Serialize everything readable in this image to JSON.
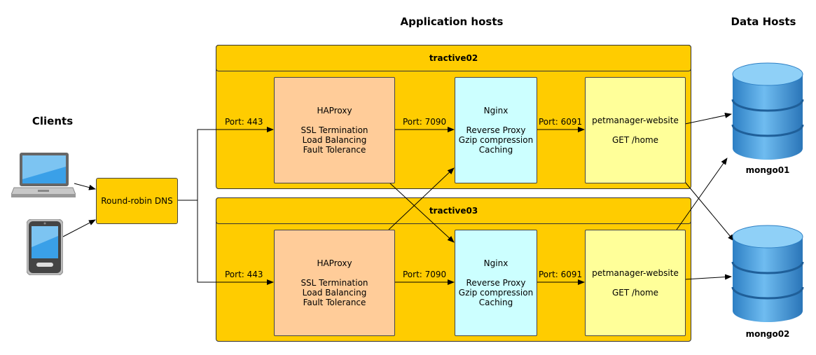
{
  "headings": {
    "clients": "Clients",
    "application_hosts": "Application hosts",
    "data_hosts": "Data Hosts"
  },
  "dns": {
    "label": "Round-robin DNS"
  },
  "hosts": [
    {
      "name": "tractive02",
      "haproxy": {
        "title": "HAProxy",
        "lines": [
          "SSL Termination",
          "Load Balancing",
          "Fault Tolerance"
        ]
      },
      "nginx": {
        "title": "Nginx",
        "lines": [
          "Reverse Proxy",
          "Gzip compression",
          "Caching"
        ]
      },
      "web": {
        "title": "petmanager-website",
        "lines": [
          "GET /home"
        ]
      },
      "ports": {
        "in": "Port: 443",
        "haproxy_out": "Port: 7090",
        "nginx_out": "Port: 6091"
      }
    },
    {
      "name": "tractive03",
      "haproxy": {
        "title": "HAProxy",
        "lines": [
          "SSL Termination",
          "Load Balancing",
          "Fault Tolerance"
        ]
      },
      "nginx": {
        "title": "Nginx",
        "lines": [
          "Reverse Proxy",
          "Gzip compression",
          "Caching"
        ]
      },
      "web": {
        "title": "petmanager-website",
        "lines": [
          "GET /home"
        ]
      },
      "ports": {
        "in": "Port: 443",
        "haproxy_out": "Port: 7090",
        "nginx_out": "Port: 6091"
      }
    }
  ],
  "databases": [
    {
      "name": "mongo01",
      "icon": "database-icon"
    },
    {
      "name": "mongo02",
      "icon": "database-icon"
    }
  ],
  "clients": [
    {
      "icon": "laptop-icon"
    },
    {
      "icon": "phone-icon"
    }
  ],
  "colors": {
    "host": "#ffcc00",
    "haproxy": "#ffcc99",
    "nginx": "#ccffff",
    "web": "#ffff99",
    "database": "#4da3e0"
  }
}
